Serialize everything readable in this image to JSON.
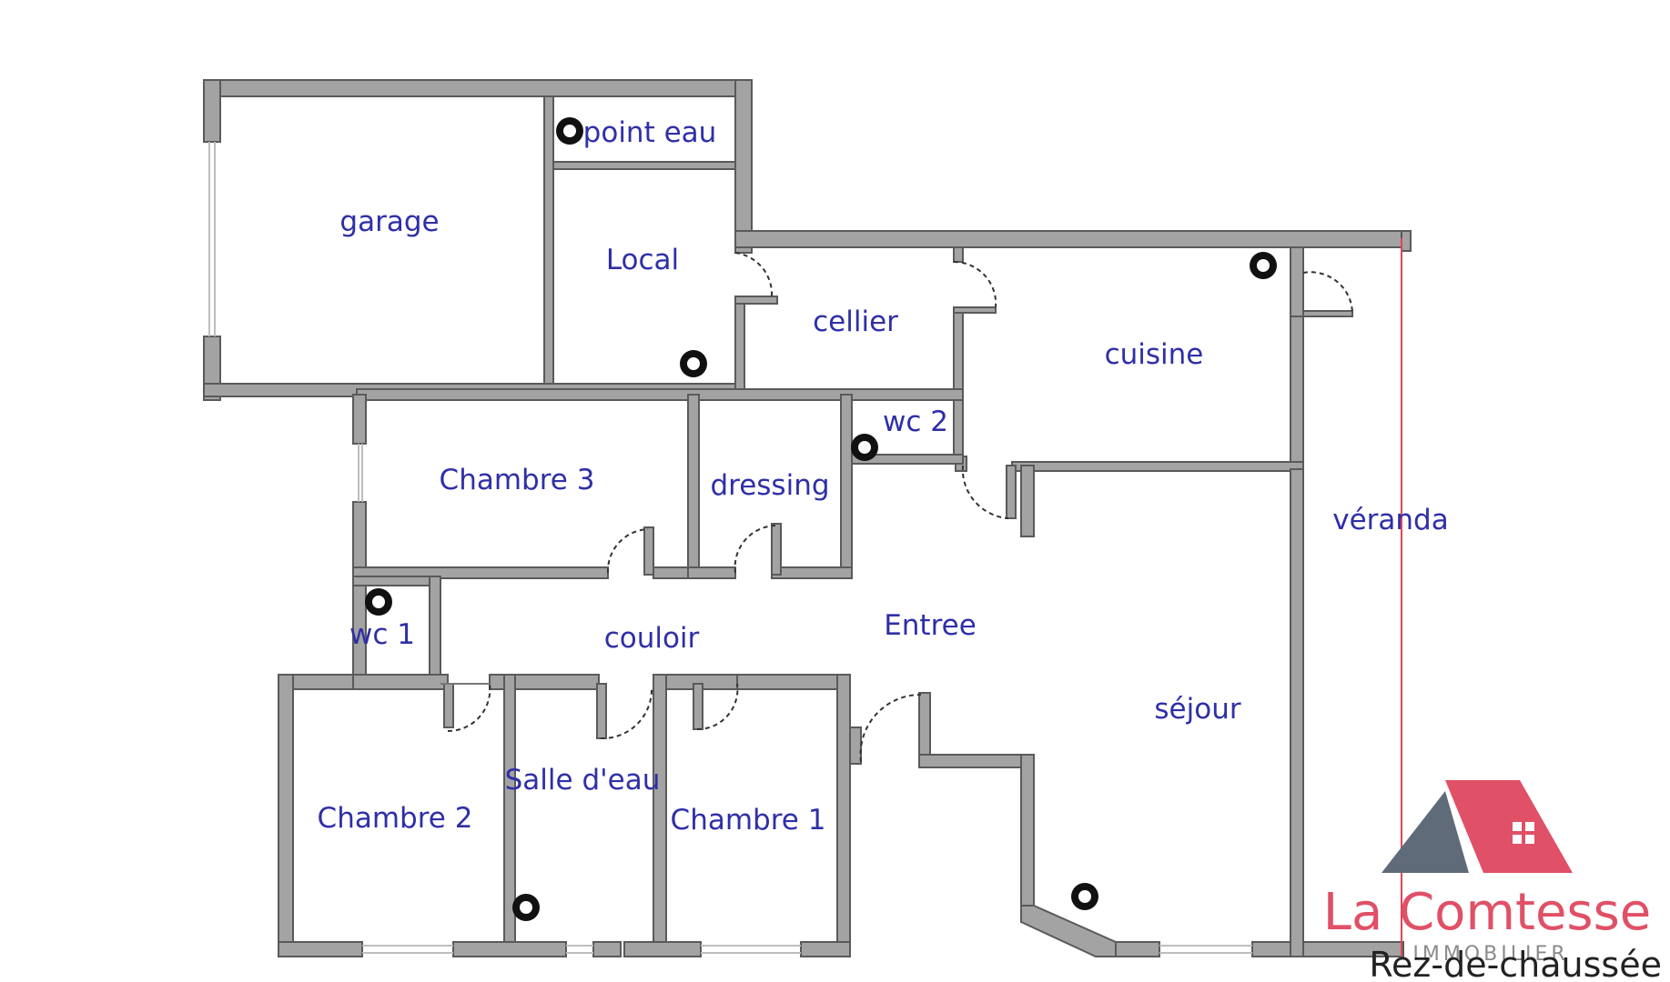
{
  "rooms": {
    "garage": "garage",
    "point_eau": "point eau",
    "local": "Local",
    "cellier": "cellier",
    "cuisine": "cuisine",
    "wc2": "wc 2",
    "chambre3": "Chambre 3",
    "dressing": "dressing",
    "veranda": "véranda",
    "wc1": "wc 1",
    "couloir": "couloir",
    "entree": "Entree",
    "sejour": "séjour",
    "salle_eau": "Salle d'eau",
    "chambre2": "Chambre 2",
    "chambre1": "Chambre 1"
  },
  "brand": {
    "name": "La Comtesse",
    "sub": "IMMOBILIER",
    "roof_color": "#e05066",
    "roof_dark_color": "#5f6b78"
  },
  "level": "Rez-de-chaussée",
  "colors": {
    "walls": "#a3a3a3",
    "labels": "#2f2fa8",
    "veranda_line": "#e0445a"
  }
}
